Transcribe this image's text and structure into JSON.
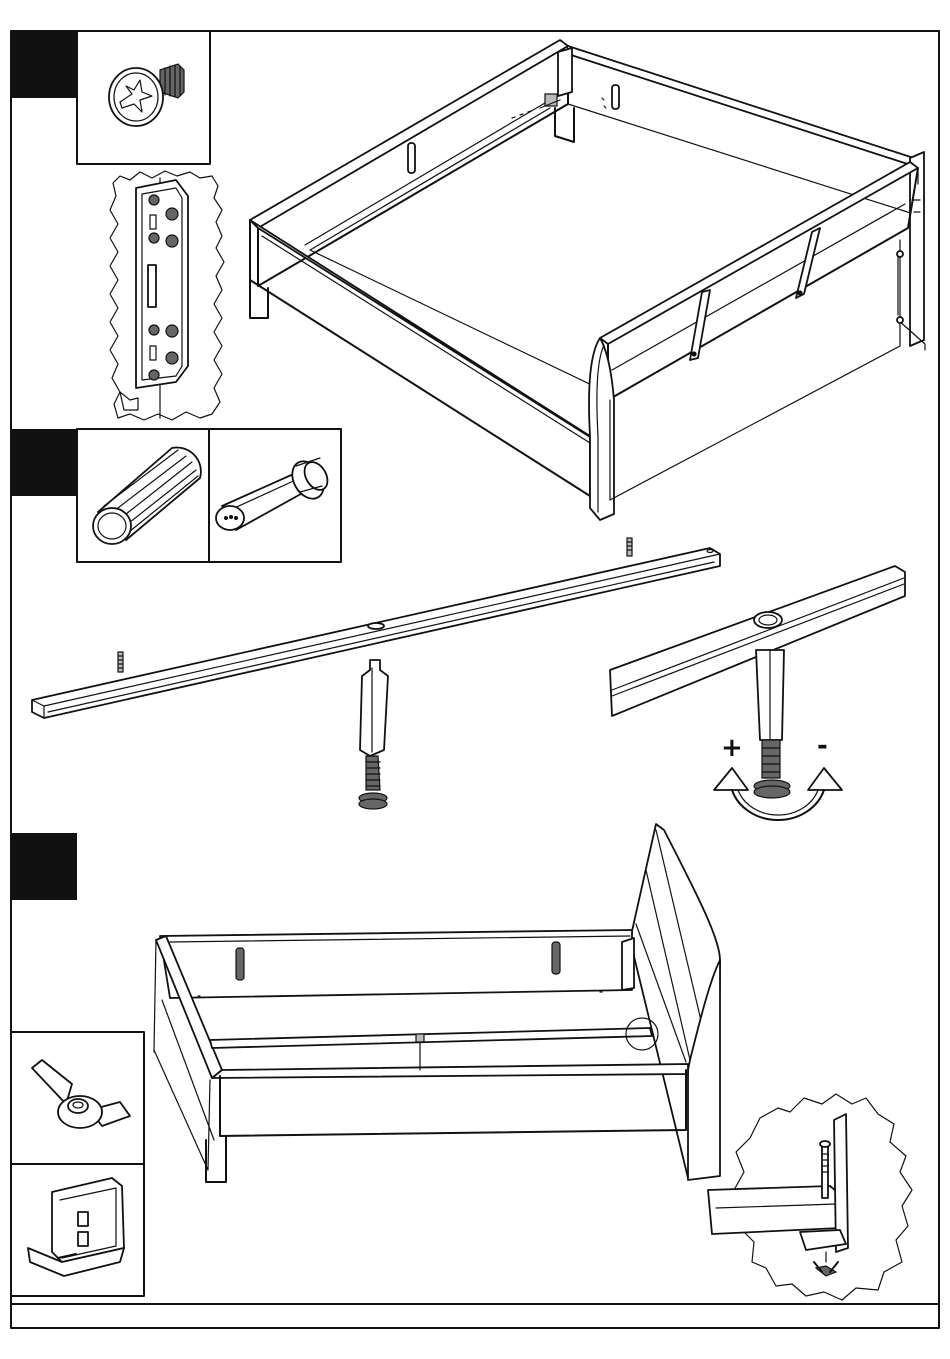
{
  "page": {
    "steps": [
      {
        "id": "step-1"
      },
      {
        "id": "step-2"
      },
      {
        "id": "step-3"
      }
    ],
    "adjust_signs": {
      "plus": "+",
      "minus": "-"
    },
    "parts": [
      {
        "name": "screw",
        "icon": "phillips-screw-icon"
      },
      {
        "name": "connector-plate",
        "icon": "bracket-plate-icon"
      },
      {
        "name": "wooden-dowel",
        "icon": "dowel-icon"
      },
      {
        "name": "cam-bolt",
        "icon": "cam-bolt-icon"
      },
      {
        "name": "wing-nut",
        "icon": "wing-nut-icon"
      },
      {
        "name": "angle-bracket",
        "icon": "angle-bracket-icon"
      }
    ],
    "colors": {
      "ink": "#111111",
      "paper": "#ffffff",
      "step_block": "#000000"
    }
  }
}
